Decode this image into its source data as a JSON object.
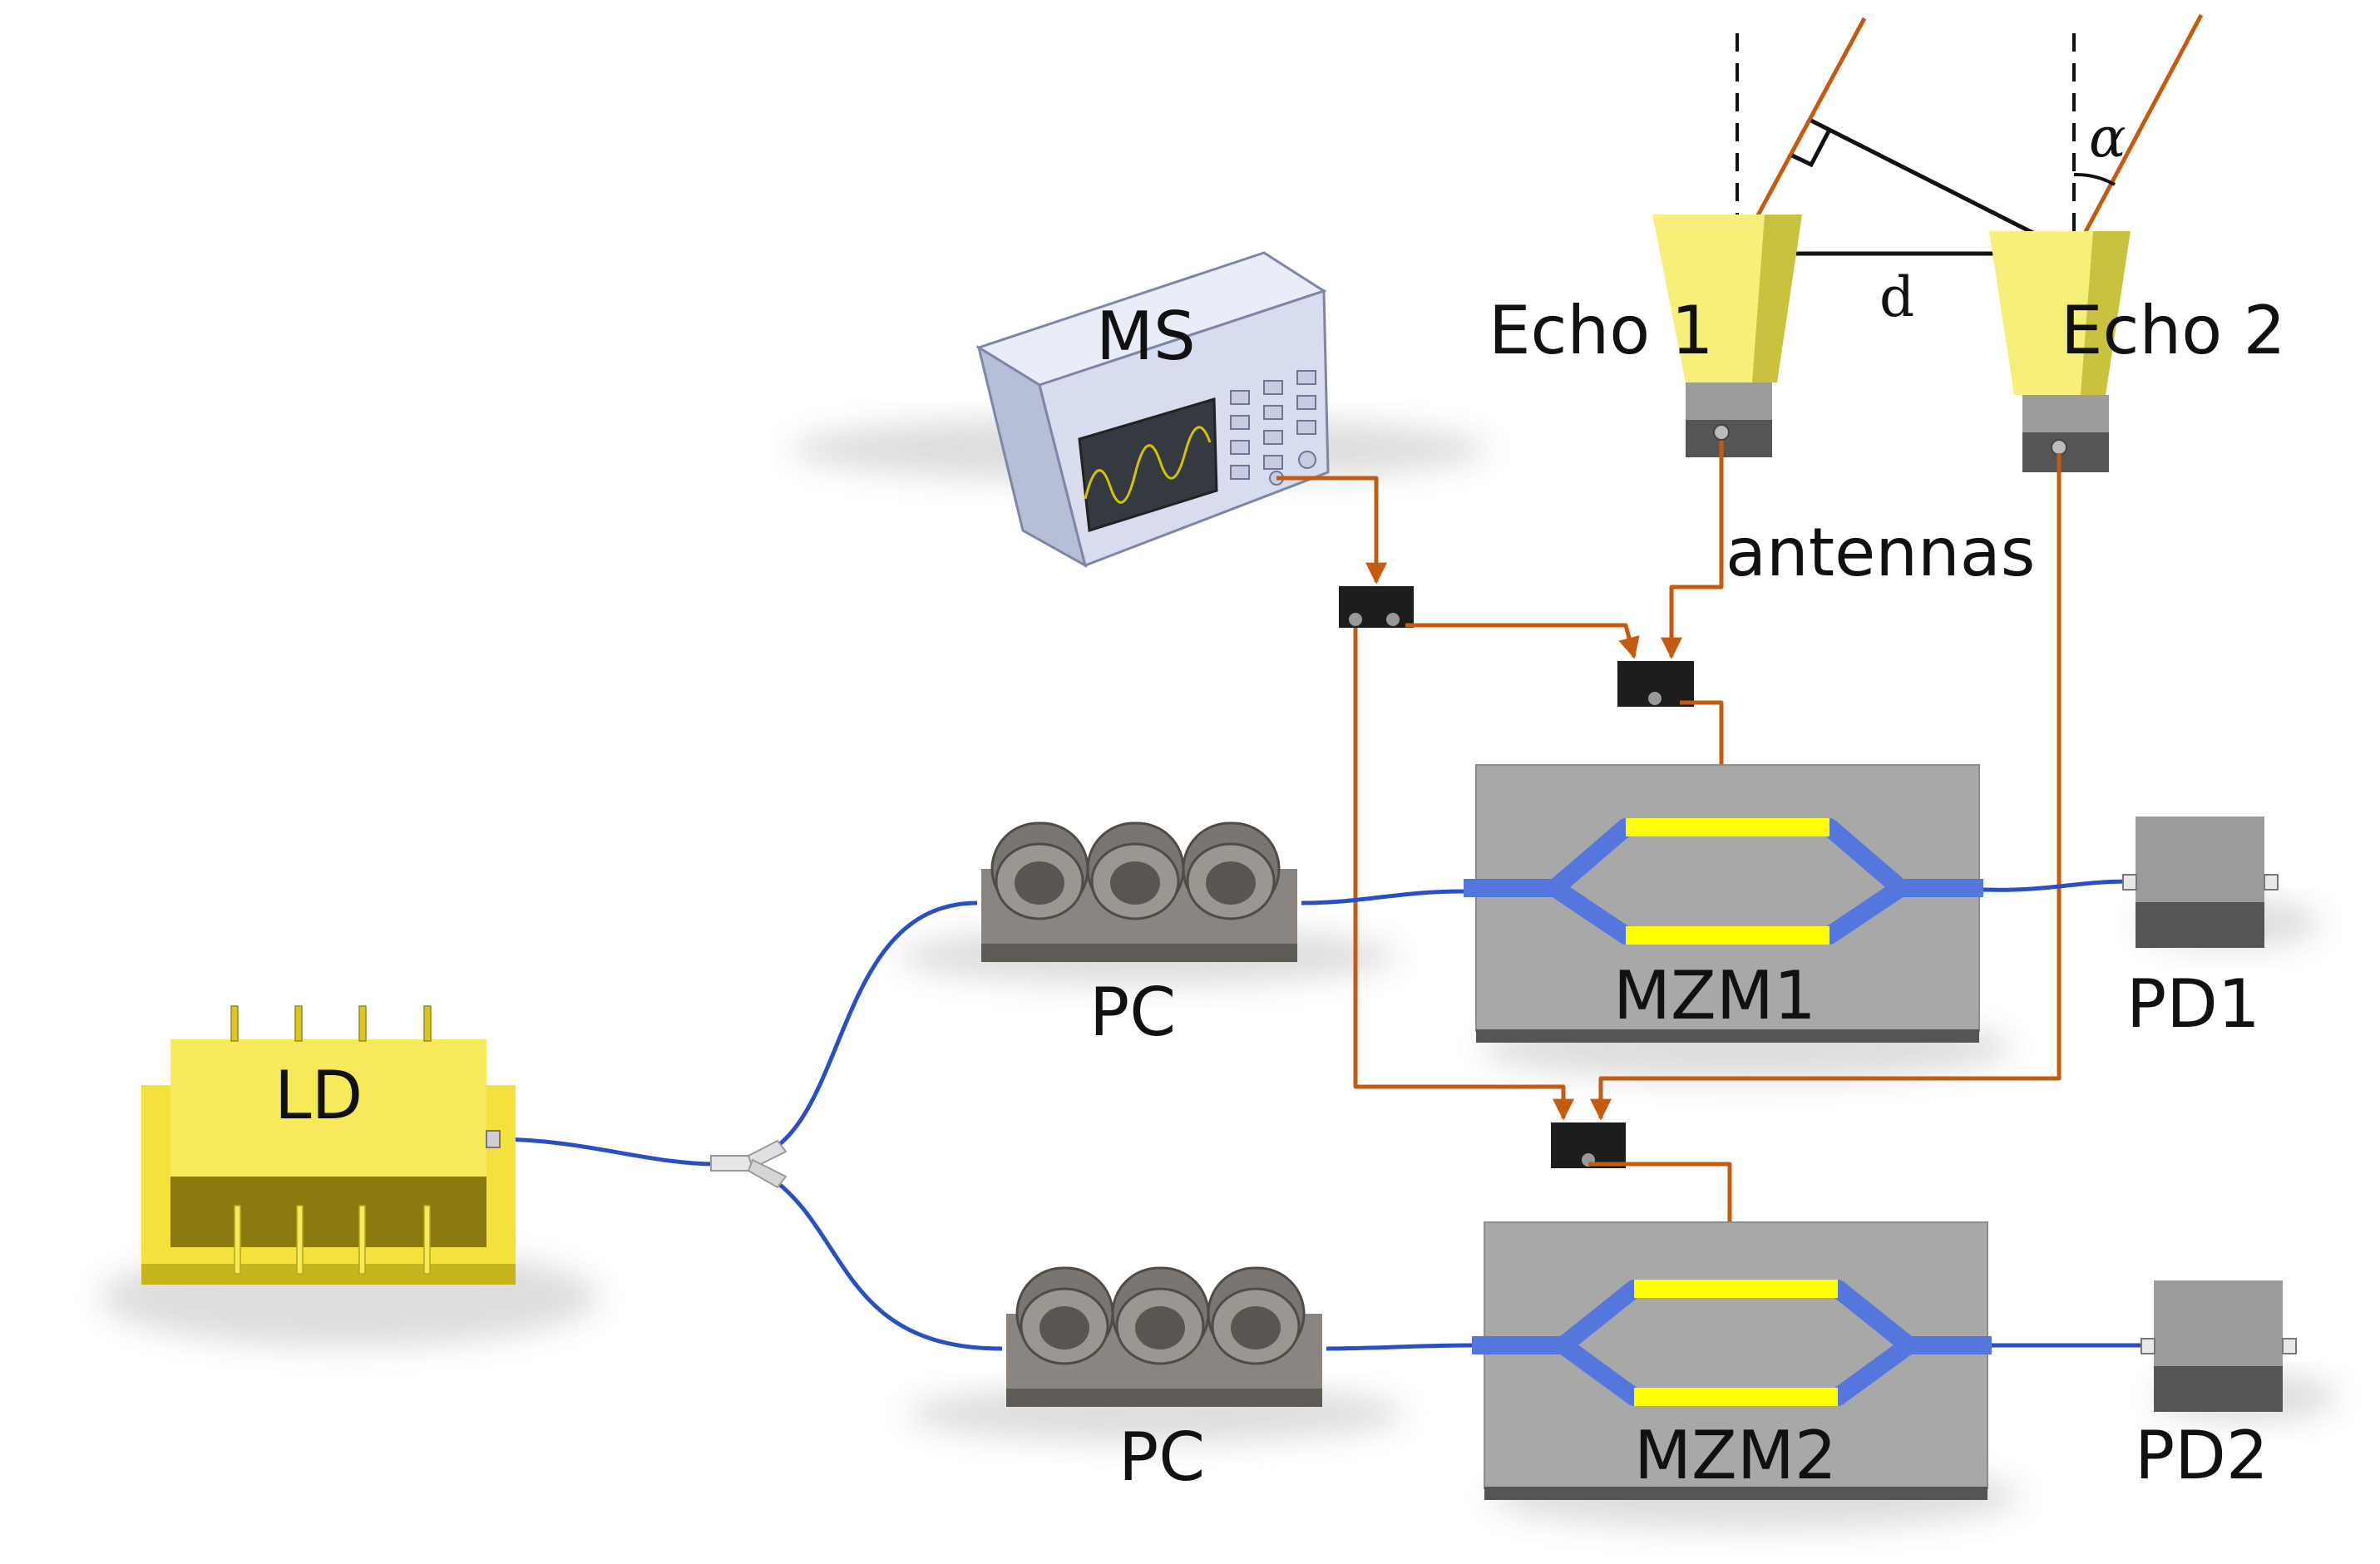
{
  "labels": {
    "ms": "MS",
    "echo1": "Echo 1",
    "echo2": "Echo 2",
    "d": "d",
    "alpha": "α",
    "antennas": "antennas",
    "pc_top": "PC",
    "pc_bottom": "PC",
    "mzm1": "MZM1",
    "mzm2": "MZM2",
    "pd1": "PD1",
    "pd2": "PD2",
    "ld": "LD"
  },
  "colors": {
    "fiber": "#2a4fc4",
    "rf_cable": "#c55a11",
    "gold": "#f7e84a",
    "waveguide": "#5577dd",
    "electrode": "#ffff00",
    "device_gray": "#9e9e9e"
  }
}
